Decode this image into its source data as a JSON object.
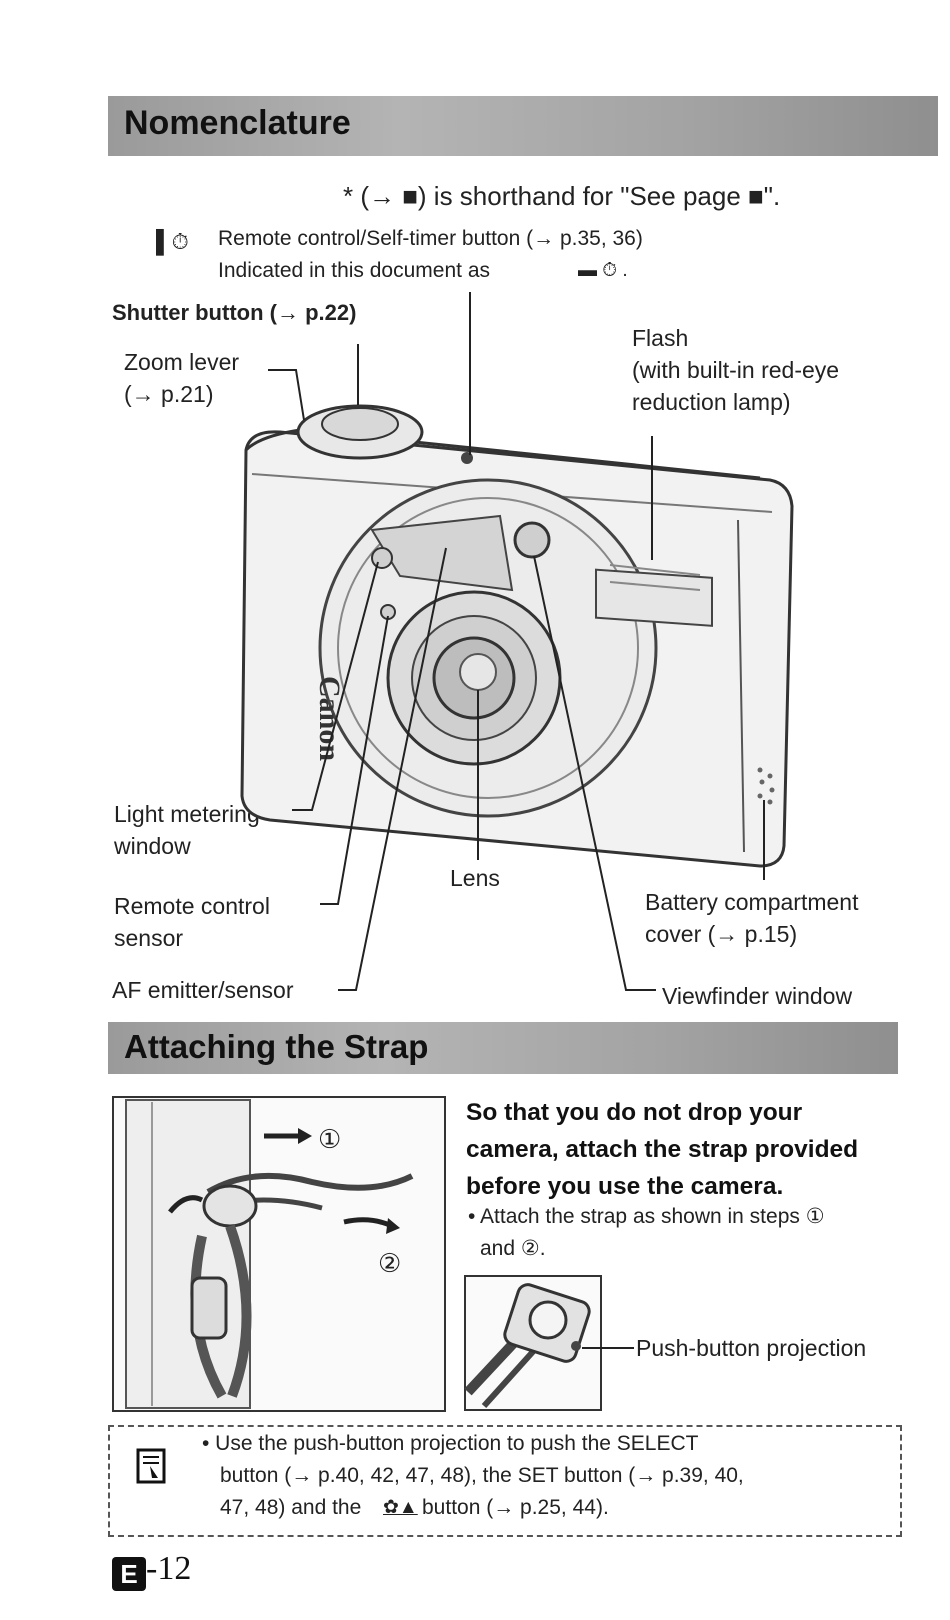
{
  "nomenclature": {
    "title": "Nomenclature",
    "shorthand_note": "* (→ ■) is shorthand for \"See page ■\".",
    "remote_line1": "Remote control/Self-timer button (→ p.35, 36)",
    "remote_line2": "Indicated in this document as",
    "labels": {
      "shutter": "Shutter button (→ p.22)",
      "zoom_line1": "Zoom lever",
      "zoom_line2": "(→ p.21)",
      "flash_line1": "Flash",
      "flash_line2": "(with built-in red-eye",
      "flash_line3": "reduction lamp)",
      "light_line1": "Light metering",
      "light_line2": "window",
      "remote_line1": "Remote control",
      "remote_line2": "sensor",
      "af": "AF emitter/sensor",
      "lens": "Lens",
      "battery_line1": "Battery compartment",
      "battery_line2": "cover (→ p.15)",
      "viewfinder": "Viewfinder window"
    },
    "camera_brand": "Canon"
  },
  "strap": {
    "title": "Attaching the Strap",
    "intro_line1": "So that you do not drop your",
    "intro_line2": "camera, attach the strap provided",
    "intro_line3": "before you use the camera.",
    "bullet_line1": "• Attach the strap as shown in steps ①",
    "bullet_line2": "and ②.",
    "step1": "①",
    "step2": "②",
    "push_label": "Push-button projection"
  },
  "note": {
    "line1": "• Use the push-button projection to push the SELECT",
    "line2": "button (→ p.40, 42, 47, 48), the SET button (→ p.39, 40,",
    "line3": "47, 48) and the",
    "line3_end": "button (→ p.25, 44)."
  },
  "page": {
    "badge": "E",
    "number": "-12"
  }
}
